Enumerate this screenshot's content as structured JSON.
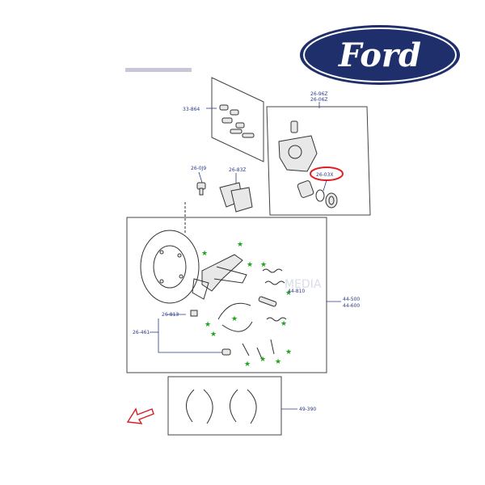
{
  "brand": {
    "logo_text": "Ford",
    "oval_color": "#1f2f6b"
  },
  "header_note": "",
  "watermark": "MEDIA",
  "labels": {
    "l1": "33-864",
    "l2": "26-96Z",
    "l3": "26-06Z",
    "l4": "26-0J9",
    "l5": "26-83Z",
    "l6": "26-03X",
    "l7": "44-810",
    "l8": "44-500",
    "l9": "44-600",
    "l10": "26-813",
    "l11": "26-461",
    "l12": "49-390"
  },
  "colors": {
    "star": "#1aa51a",
    "highlight": "#e02020",
    "arrow": "#d62020",
    "label": "#2a3a8a"
  }
}
